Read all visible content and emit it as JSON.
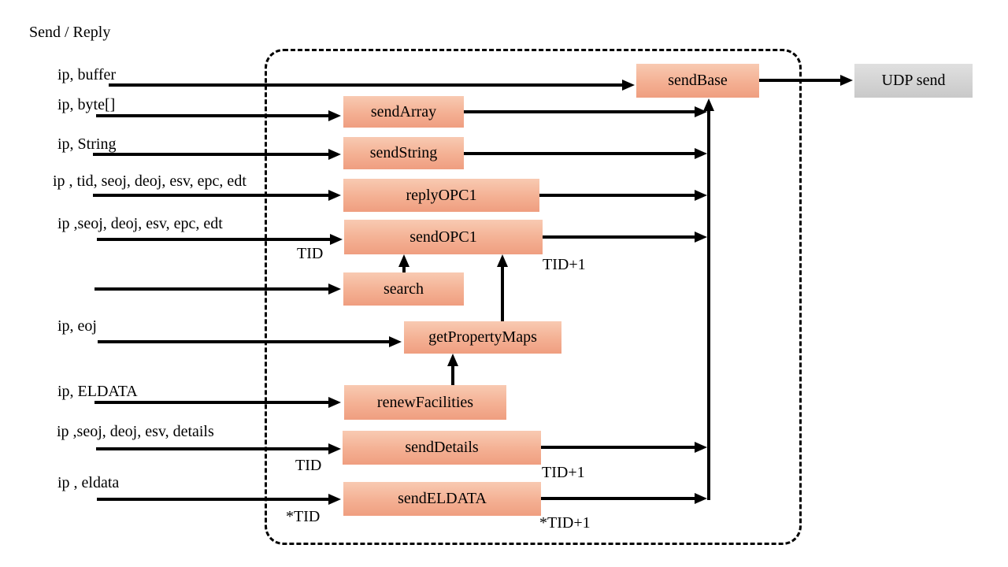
{
  "title": "Send / Reply",
  "inputs": [
    "ip, buffer",
    "ip, byte[]",
    "ip, String",
    "ip , tid, seoj, deoj, esv, epc, edt",
    "ip ,seoj, deoj, esv, epc, edt",
    "ip, eoj",
    "ip, ELDATA",
    "ip ,seoj, deoj, esv, details",
    "ip , eldata"
  ],
  "nodes": {
    "sendBase": "sendBase",
    "sendArray": "sendArray",
    "sendString": "sendString",
    "replyOPC1": "replyOPC1",
    "sendOPC1": "sendOPC1",
    "search": "search",
    "getPropertyMaps": "getPropertyMaps",
    "renewFacilities": "renewFacilities",
    "sendDetails": "sendDetails",
    "sendELDATA": "sendELDATA"
  },
  "output": {
    "udp": "UDP send"
  },
  "tid_labels": {
    "sendOPC1_in": "TID",
    "sendOPC1_out": "TID+1",
    "sendDetails_in": "TID",
    "sendDetails_out": "TID+1",
    "sendELDATA_in": "*TID",
    "sendELDATA_out": "*TID+1"
  },
  "colors": {
    "node_fill_top": "#f8cab2",
    "node_fill_bottom": "#ef9e80",
    "udp_fill": "#d2d2d2",
    "line": "#000000",
    "background": "#ffffff"
  }
}
